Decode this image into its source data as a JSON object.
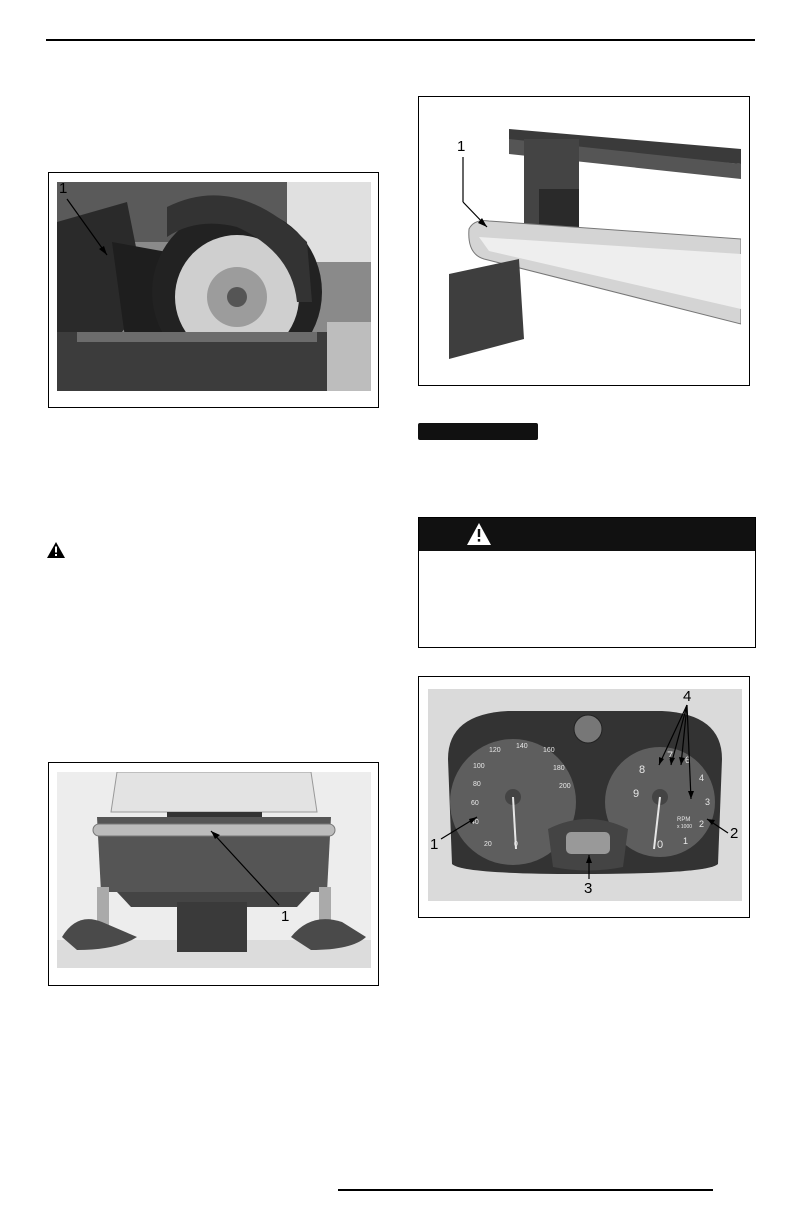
{
  "figures": {
    "engine": {
      "callouts": [
        "1"
      ]
    },
    "bumper": {
      "callouts": [
        "1"
      ]
    },
    "rack": {
      "callouts": [
        "1"
      ]
    },
    "gauge": {
      "callouts": [
        "1",
        "2",
        "3",
        "4"
      ],
      "speed_ticks": [
        "20",
        "40",
        "60",
        "80",
        "100",
        "120",
        "140",
        "160",
        "180",
        "200",
        "0"
      ],
      "rpm_ticks": [
        "0",
        "1",
        "2",
        "3",
        "4",
        "6",
        "7",
        "8",
        "9"
      ],
      "rpm_label": "RPM",
      "rpm_sublabel": "x 1000"
    }
  },
  "icons": {
    "warning": "warning-triangle-icon"
  }
}
